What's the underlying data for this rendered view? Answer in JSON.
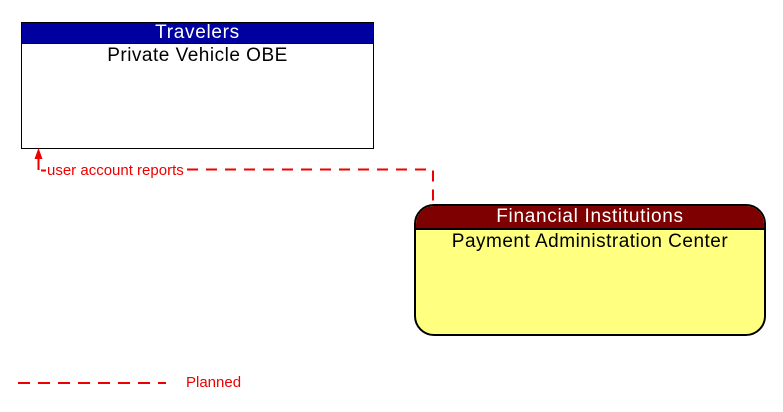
{
  "entities": [
    {
      "id": "private-vehicle-obe",
      "group": "Travelers",
      "name": "Private Vehicle OBE",
      "shape": "rectangle"
    },
    {
      "id": "payment-administration-center",
      "group": "Financial Institutions",
      "name": "Payment Administration Center",
      "shape": "rounded-rectangle"
    }
  ],
  "flows": [
    {
      "label": "user account reports",
      "from": "Payment Administration Center",
      "to": "Private Vehicle OBE",
      "line_style": "dashed",
      "status": "Planned"
    }
  ],
  "legend": {
    "items": [
      {
        "label": "Planned",
        "line_style": "dashed"
      }
    ]
  },
  "colors": {
    "background": "#ffffff",
    "border": "#000000",
    "travelers_header": "#0000a0",
    "travelers_body": "#ffffff",
    "financial_header": "#7e0000",
    "financial_body": "#ffff80",
    "header_text": "#ffffff",
    "entity_text": "#000000",
    "flow": "#ee0000"
  }
}
